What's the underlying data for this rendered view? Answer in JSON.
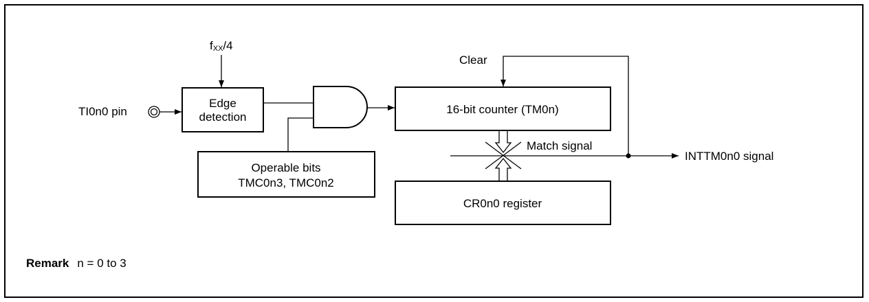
{
  "clock_label": {
    "main": "f",
    "sub": "XX",
    "tail": "/4"
  },
  "input_pin_label": "TI0n0 pin",
  "edge_detection": {
    "line1": "Edge",
    "line2": "detection"
  },
  "operable_bits": {
    "line1": "Operable bits",
    "line2": "TMC0n3, TMC0n2"
  },
  "counter_label": "16-bit counter (TM0n)",
  "clear_label": "Clear",
  "match_signal_label": "Match signal",
  "register_label": "CR0n0 register",
  "output_signal_label": "INTTM0n0 signal",
  "remark": {
    "keyword": "Remark",
    "text": "n = 0 to 3"
  }
}
